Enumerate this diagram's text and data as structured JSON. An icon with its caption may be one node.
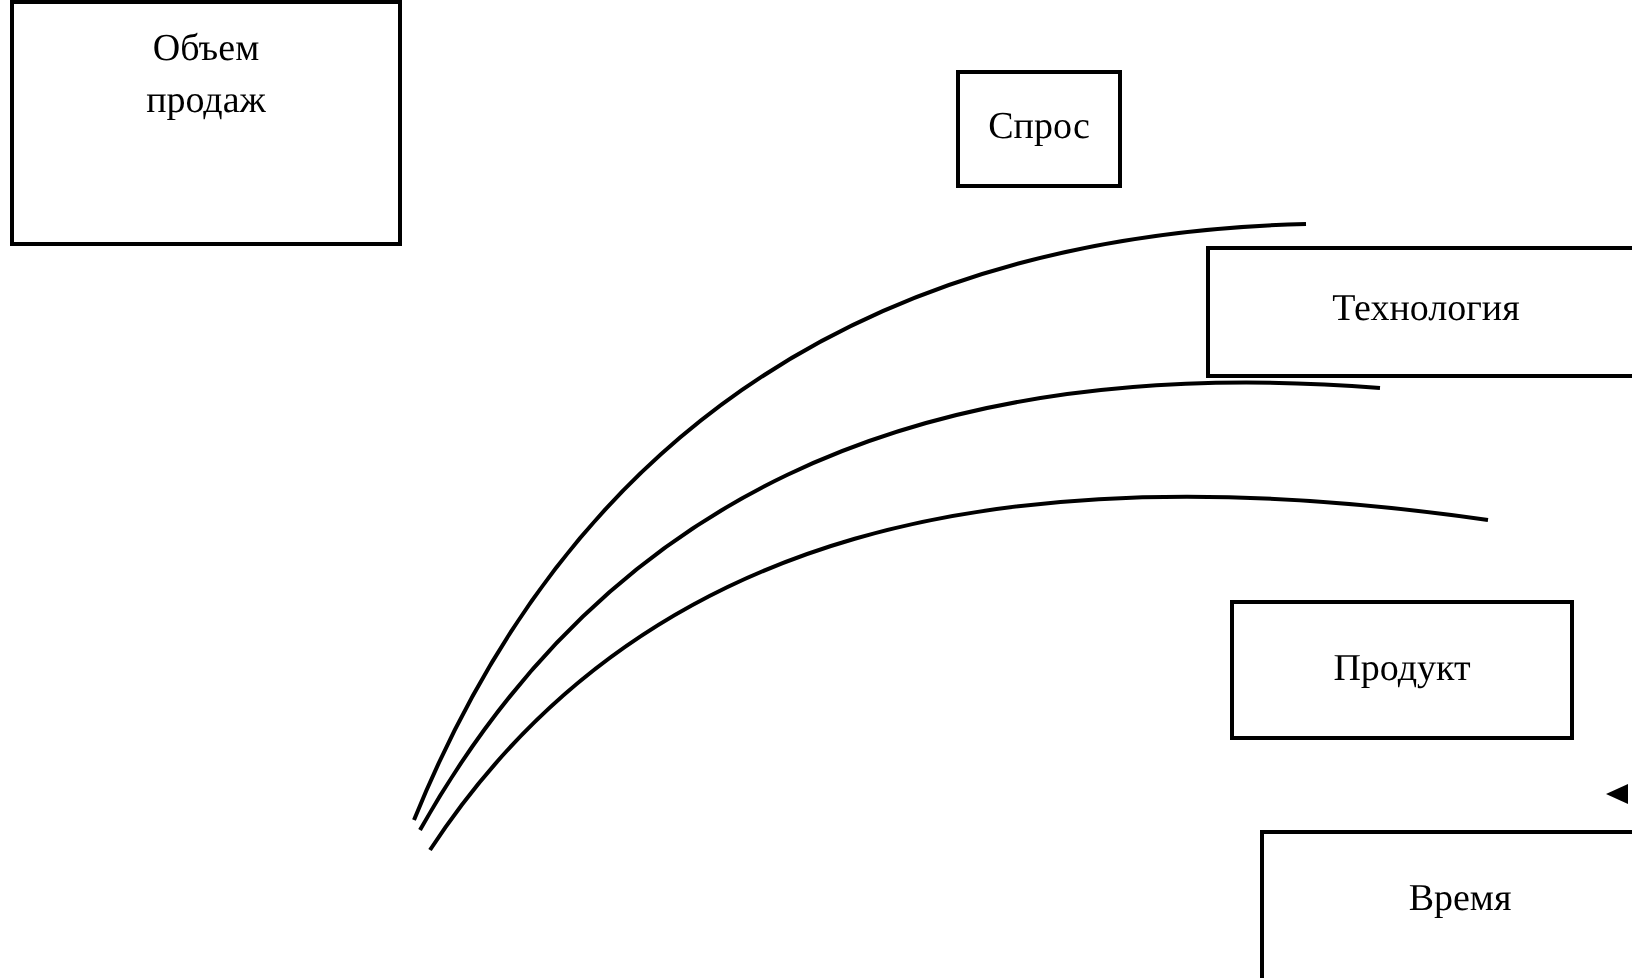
{
  "diagram": {
    "nodes": [
      {
        "text": [
          "Объем продаж"
        ]
      },
      {
        "text": [
          "Спрос"
        ]
      },
      {
        "text": [
          "Технология"
        ]
      },
      {
        "text": [
          "Продукт"
        ]
      },
      {
        "text": [
          "Время"
        ]
      }
    ]
  }
}
